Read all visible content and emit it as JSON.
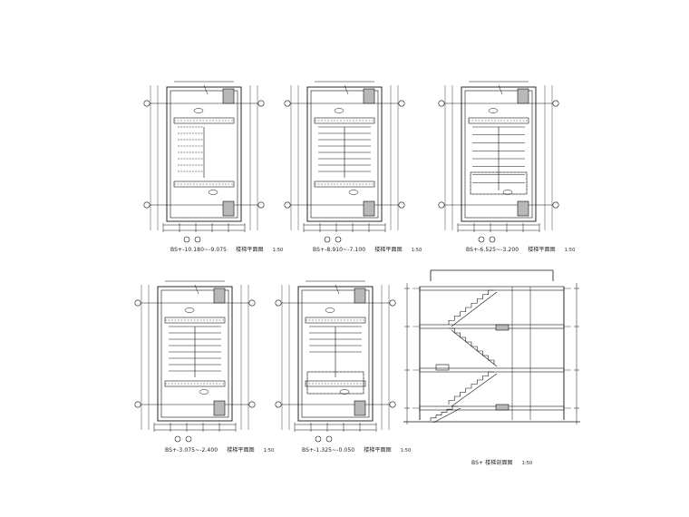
{
  "sheet": {
    "background": "#ffffff",
    "ink": "#111111",
    "accent_fill": "#b8b8b8"
  },
  "drawings": [
    {
      "id": "plan-1",
      "type": "stair-plan",
      "caption": "BS+-10.180~-9.075",
      "title": "楼梯平面图",
      "scale": "1:50"
    },
    {
      "id": "plan-2",
      "type": "stair-plan",
      "caption": "BS+-8.910~-7.100",
      "title": "楼梯平面图",
      "scale": "1:50"
    },
    {
      "id": "plan-3",
      "type": "stair-plan",
      "caption": "BS+-6.525~-3.200",
      "title": "楼梯平面图",
      "scale": "1:50"
    },
    {
      "id": "plan-4",
      "type": "stair-plan",
      "caption": "BS+-3.075~-2.400",
      "title": "楼梯平面图",
      "scale": "1:50"
    },
    {
      "id": "plan-5",
      "type": "stair-plan",
      "caption": "BS+-1.325~-0.050",
      "title": "楼梯平面图",
      "scale": "1:50"
    },
    {
      "id": "section-1",
      "type": "stair-section",
      "caption": "BS+ 楼梯剖面图",
      "title": "",
      "scale": "1:50"
    }
  ]
}
